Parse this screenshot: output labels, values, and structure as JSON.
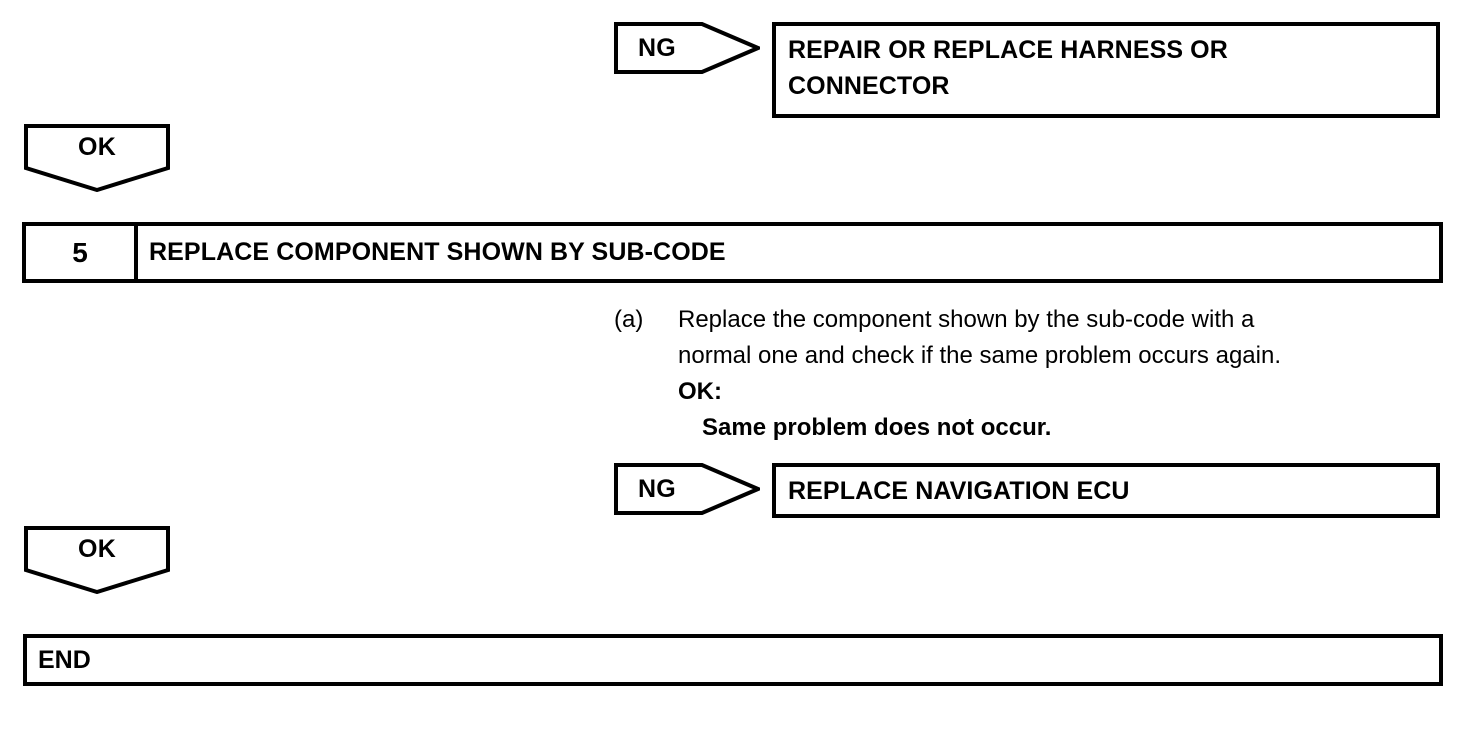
{
  "diagram": {
    "title": "Navigation ECU diagnostic flowchart continuation",
    "nodes": {
      "ng_top": {
        "branch_label": "NG",
        "result_text": "REPAIR OR REPLACE HARNESS OR\nCONNECTOR"
      },
      "ok_top": {
        "branch_label": "OK"
      },
      "step5": {
        "number": "5",
        "title": "REPLACE COMPONENT SHOWN BY SUB-CODE"
      },
      "procedure": {
        "marker": "(a)",
        "lines": [
          "Replace the component shown by the sub-code with a",
          "normal one and check if the same problem occurs again."
        ],
        "condition_label": "OK:",
        "condition_detail": "Same problem does not occur."
      },
      "ng_bottom": {
        "branch_label": "NG",
        "result_text": "REPLACE NAVIGATION ECU"
      },
      "ok_bottom": {
        "branch_label": "OK"
      },
      "end": {
        "label": "END"
      }
    },
    "colors": {
      "stroke": "#000000",
      "background": "#ffffff",
      "text": "#000000"
    }
  }
}
